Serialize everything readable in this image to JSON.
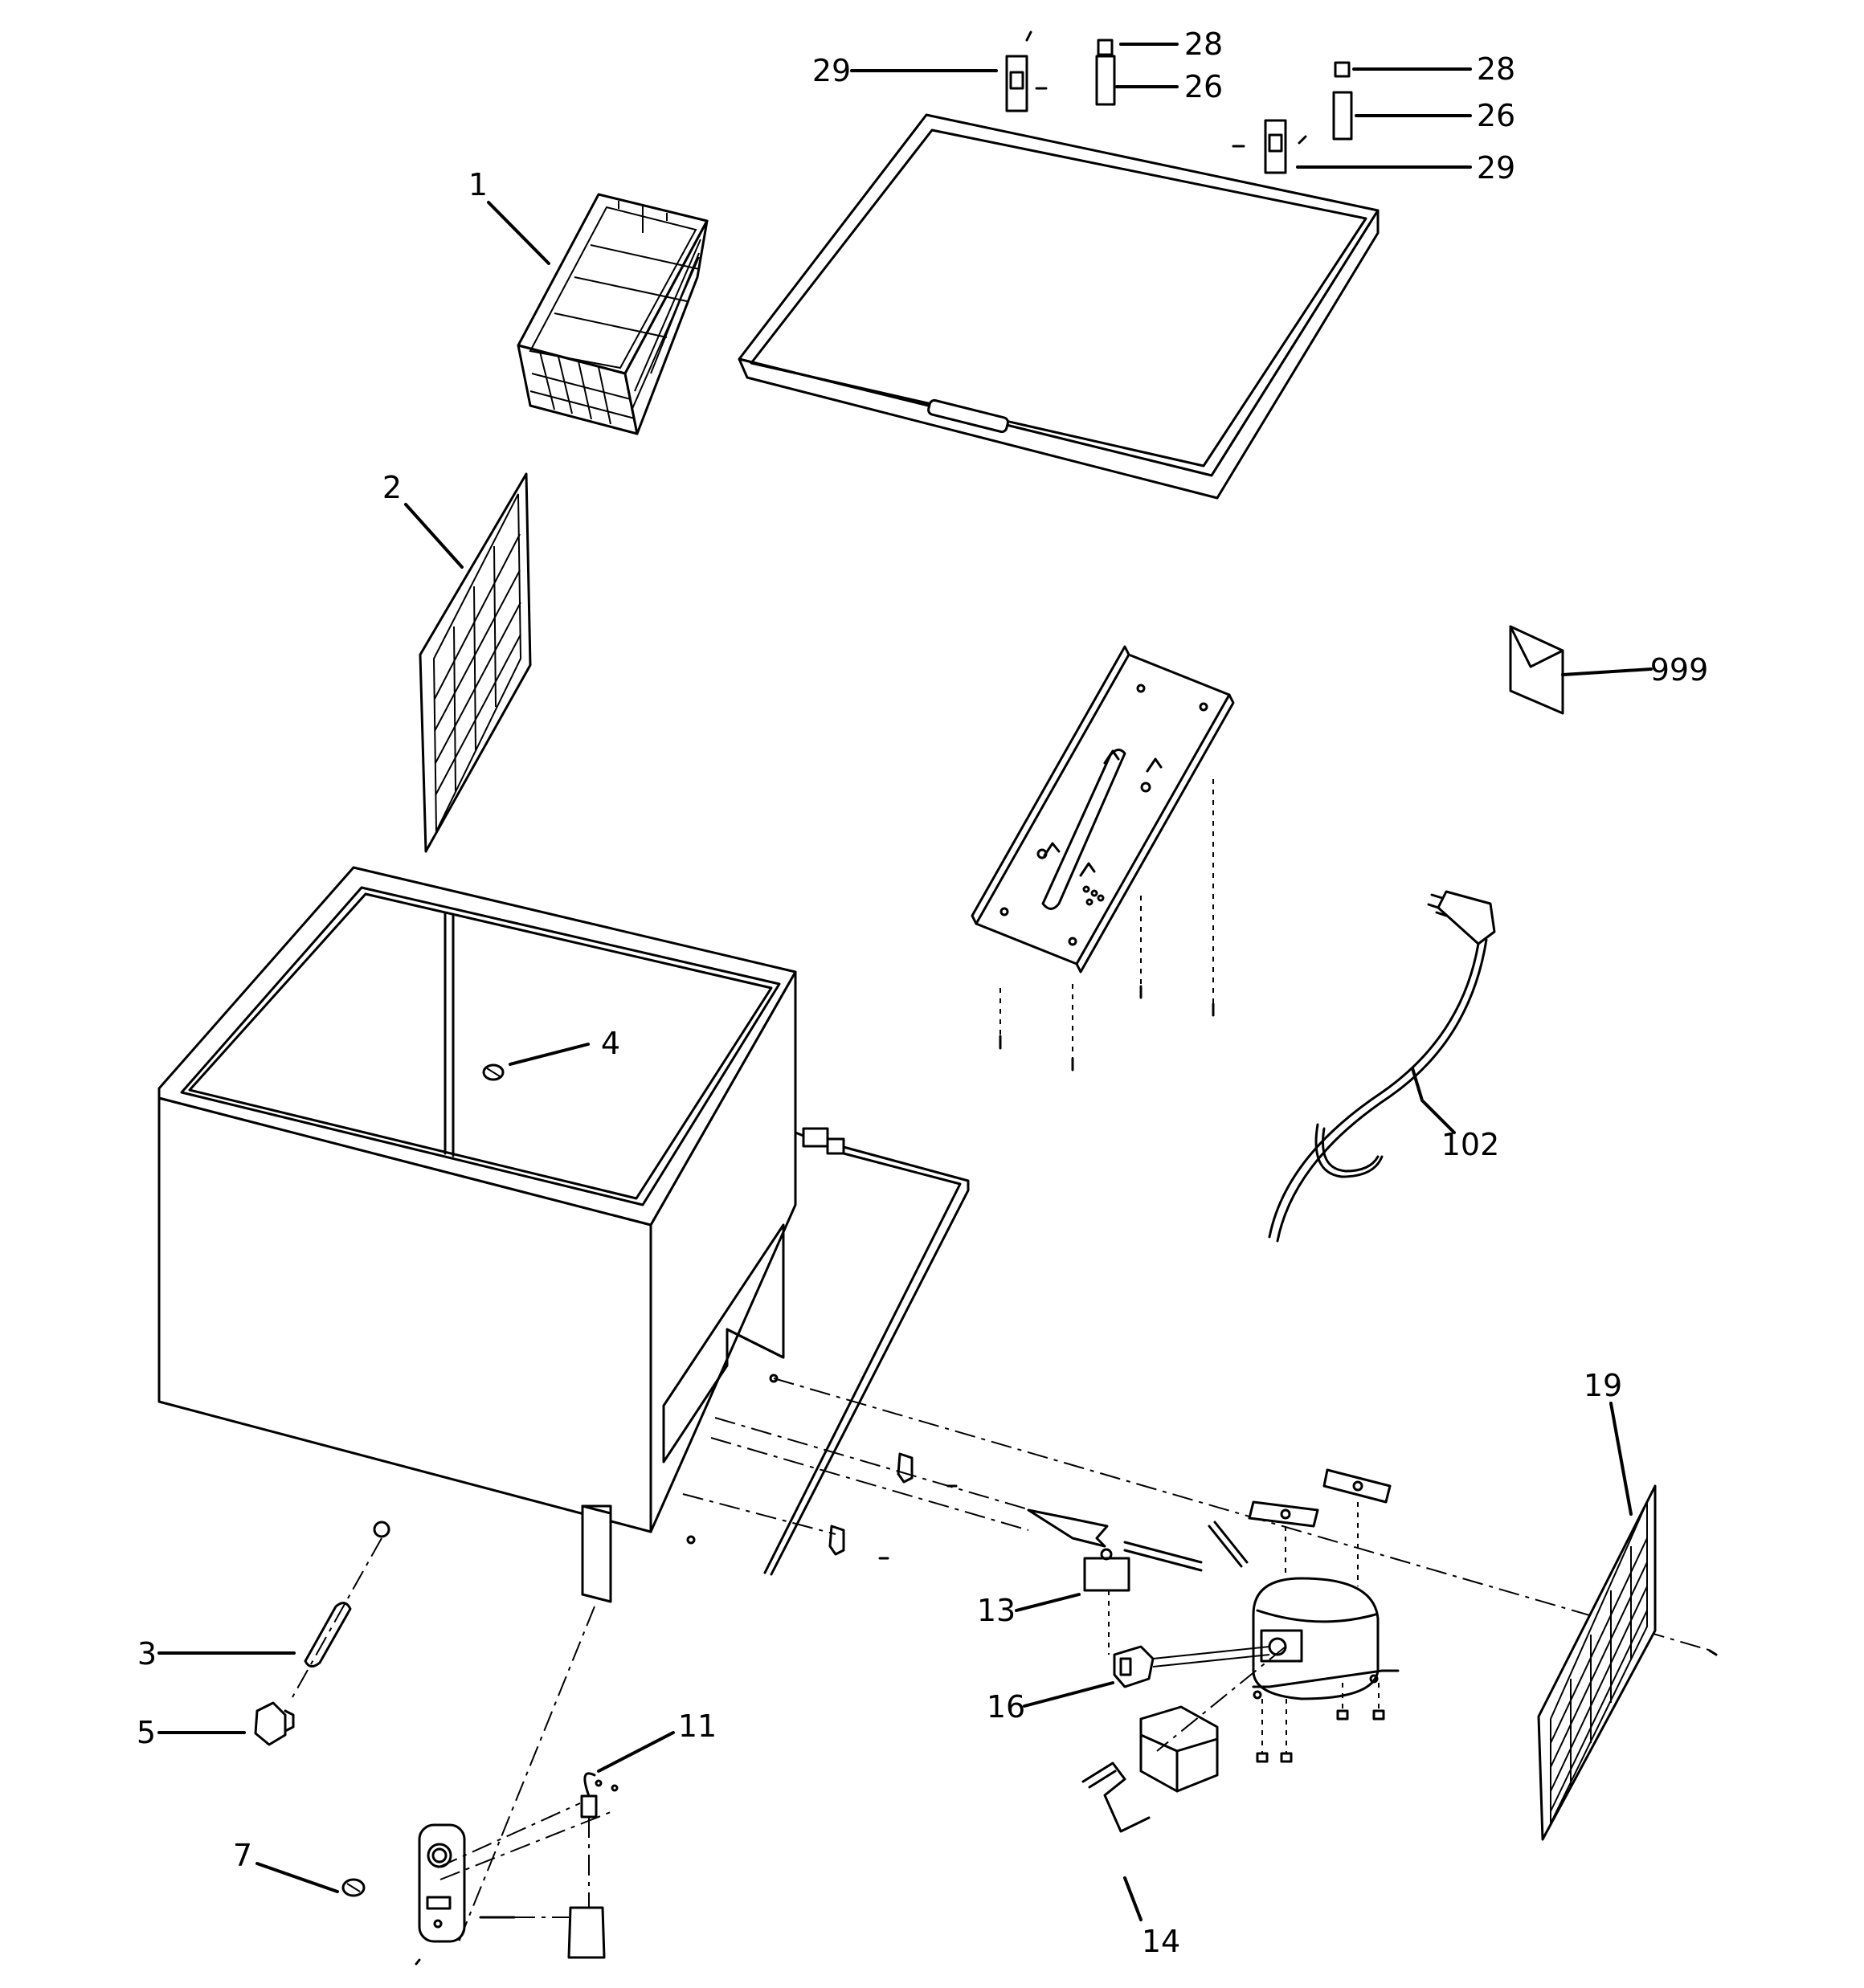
{
  "diagram": {
    "callouts": [
      {
        "id": "part-1",
        "label": "1"
      },
      {
        "id": "part-2",
        "label": "2"
      },
      {
        "id": "part-3",
        "label": "3"
      },
      {
        "id": "part-4",
        "label": "4"
      },
      {
        "id": "part-5",
        "label": "5"
      },
      {
        "id": "part-7",
        "label": "7"
      },
      {
        "id": "part-11",
        "label": "11"
      },
      {
        "id": "part-13",
        "label": "13"
      },
      {
        "id": "part-14",
        "label": "14"
      },
      {
        "id": "part-16",
        "label": "16"
      },
      {
        "id": "part-19",
        "label": "19"
      },
      {
        "id": "part-26a",
        "label": "26"
      },
      {
        "id": "part-26b",
        "label": "26"
      },
      {
        "id": "part-28a",
        "label": "28"
      },
      {
        "id": "part-28b",
        "label": "28"
      },
      {
        "id": "part-29a",
        "label": "29"
      },
      {
        "id": "part-29b",
        "label": "29"
      },
      {
        "id": "part-102",
        "label": "102"
      },
      {
        "id": "part-999",
        "label": "999"
      }
    ]
  }
}
